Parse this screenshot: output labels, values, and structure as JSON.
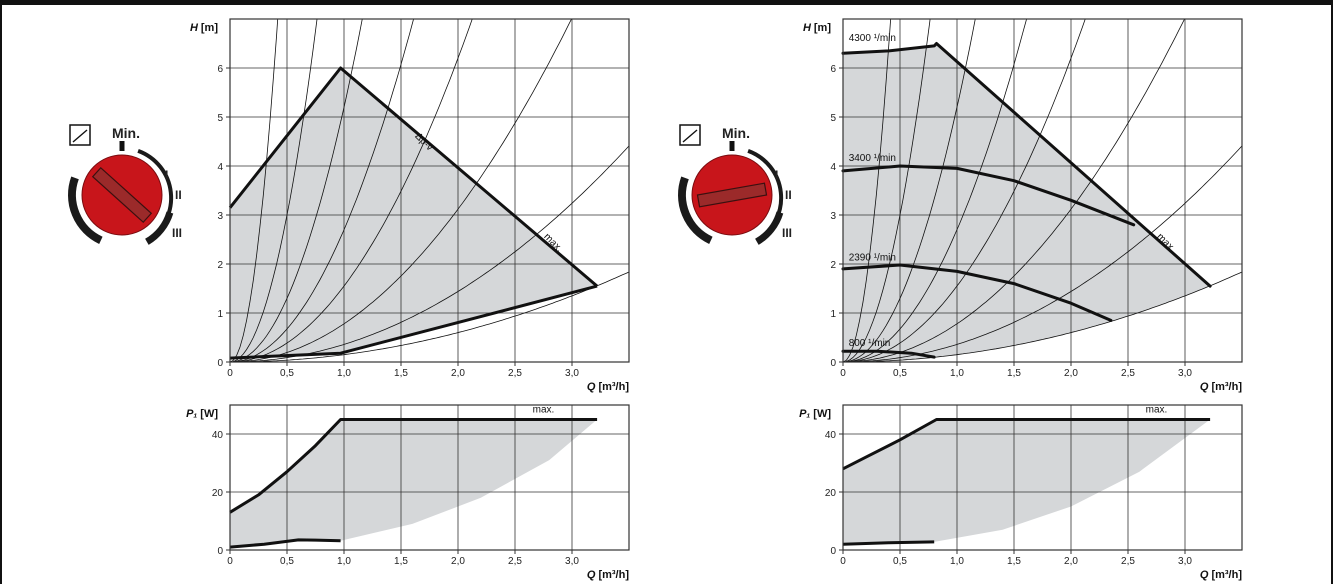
{
  "figure": {
    "left": {
      "knob": {
        "min": "Min.",
        "pos1": "I",
        "pos2": "II",
        "pos3": "III",
        "angle_deg": 42
      },
      "top": {
        "ylabel_var": "H",
        "ylabel_unit": "[m]",
        "xlabel_var": "Q",
        "xlabel_unit": "[m³/h]",
        "curve_label": "Δp-v",
        "max_label": "max.",
        "yticks": [
          "0",
          "1",
          "2",
          "3",
          "4",
          "5",
          "6"
        ],
        "xticks": [
          "0",
          "0,5",
          "1,0",
          "1,5",
          "2,0",
          "2,5",
          "3,0"
        ]
      },
      "bottom": {
        "ylabel_var": "P₁",
        "ylabel_unit": "[W]",
        "xlabel_var": "Q",
        "xlabel_unit": "[m³/h]",
        "max_label": "max.",
        "yticks": [
          "0",
          "20",
          "40"
        ],
        "xticks": [
          "0",
          "0,5",
          "1,0",
          "1,5",
          "2,0",
          "2,5",
          "3,0"
        ]
      }
    },
    "right": {
      "knob": {
        "min": "Min.",
        "pos1": "I",
        "pos2": "II",
        "pos3": "III",
        "angle_deg": -10
      },
      "top": {
        "ylabel_var": "H",
        "ylabel_unit": "[m]",
        "xlabel_var": "Q",
        "xlabel_unit": "[m³/h]",
        "max_label": "max.",
        "speed_labels": [
          "4300 ¹/min",
          "3400 ¹/min",
          "2390 ¹/min",
          "800 ¹/min"
        ],
        "yticks": [
          "0",
          "1",
          "2",
          "3",
          "4",
          "5",
          "6"
        ],
        "xticks": [
          "0",
          "0,5",
          "1,0",
          "1,5",
          "2,0",
          "2,5",
          "3,0"
        ]
      },
      "bottom": {
        "ylabel_var": "P₁",
        "ylabel_unit": "[W]",
        "xlabel_var": "Q",
        "xlabel_unit": "[m³/h]",
        "max_label": "max.",
        "yticks": [
          "0",
          "20",
          "40"
        ],
        "xticks": [
          "0",
          "0,5",
          "1,0",
          "1,5",
          "2,0",
          "2,5",
          "3,0"
        ]
      }
    }
  },
  "colors": {
    "area": "#d5d7d9",
    "curve": "#111111",
    "grid": "#333333",
    "knob": "#c8151b",
    "pointer": "#9b2a2a"
  },
  "chart_data": [
    {
      "type": "line",
      "xlabel": "Q [m³/h]",
      "ylabel": "H [m]",
      "xlim": [
        0,
        3.5
      ],
      "ylim": [
        0,
        7
      ],
      "series": [
        {
          "name": "max.",
          "x": [
            0,
            0.97,
            3.22
          ],
          "y": [
            3.15,
            6.0,
            1.55
          ]
        },
        {
          "name": "min",
          "x": [
            0,
            0.97,
            3.22
          ],
          "y": [
            0.08,
            0.18,
            1.55
          ]
        },
        {
          "name": "Δp-v",
          "x": [
            0,
            0.97
          ],
          "y": [
            0.08,
            0.18
          ]
        }
      ],
      "system_curves_k": [
        40,
        12,
        5.2,
        2.7,
        1.55,
        0.78,
        0.36,
        0.15
      ],
      "system_curve_equation": "H = k·Q²"
    },
    {
      "type": "line",
      "xlabel": "Q [m³/h]",
      "ylabel": "P1 [W]",
      "xlim": [
        0,
        3.5
      ],
      "ylim": [
        0,
        50
      ],
      "series": [
        {
          "name": "max.",
          "x": [
            0,
            0.25,
            0.5,
            0.75,
            0.97,
            3.22
          ],
          "y": [
            13,
            19,
            27,
            36,
            45,
            45
          ]
        },
        {
          "name": "min",
          "x": [
            0,
            0.3,
            0.6,
            0.75,
            0.97
          ],
          "y": [
            1,
            2,
            3.5,
            3.4,
            3.2
          ]
        }
      ]
    },
    {
      "type": "line",
      "xlabel": "Q [m³/h]",
      "ylabel": "H [m]",
      "xlim": [
        0,
        3.5
      ],
      "ylim": [
        0,
        7
      ],
      "series": [
        {
          "name": "4300 ¹/min",
          "x": [
            0,
            0.4,
            0.8,
            0.82,
            3.22
          ],
          "y": [
            6.3,
            6.35,
            6.45,
            6.5,
            1.55
          ]
        },
        {
          "name": "3400 ¹/min",
          "x": [
            0,
            0.5,
            1.0,
            1.5,
            2.0,
            2.55
          ],
          "y": [
            3.9,
            4.0,
            3.95,
            3.7,
            3.3,
            2.8
          ]
        },
        {
          "name": "2390 ¹/min",
          "x": [
            0,
            0.5,
            1.0,
            1.5,
            2.0,
            2.35
          ],
          "y": [
            1.9,
            1.98,
            1.85,
            1.6,
            1.2,
            0.85
          ]
        },
        {
          "name": "800 ¹/min",
          "x": [
            0,
            0.3,
            0.6,
            0.8
          ],
          "y": [
            0.22,
            0.22,
            0.18,
            0.1
          ]
        }
      ],
      "system_curves_k": [
        40,
        12,
        5.2,
        2.7,
        1.55,
        0.78,
        0.36,
        0.15
      ],
      "system_curve_equation": "H = k·Q²"
    },
    {
      "type": "line",
      "xlabel": "Q [m³/h]",
      "ylabel": "P1 [W]",
      "xlim": [
        0,
        3.5
      ],
      "ylim": [
        0,
        50
      ],
      "series": [
        {
          "name": "max.",
          "x": [
            0,
            0.2,
            0.5,
            0.82,
            3.22
          ],
          "y": [
            28,
            32,
            38,
            45,
            45
          ]
        },
        {
          "name": "min",
          "x": [
            0,
            0.4,
            0.8
          ],
          "y": [
            2,
            2.5,
            2.8
          ]
        }
      ]
    }
  ]
}
